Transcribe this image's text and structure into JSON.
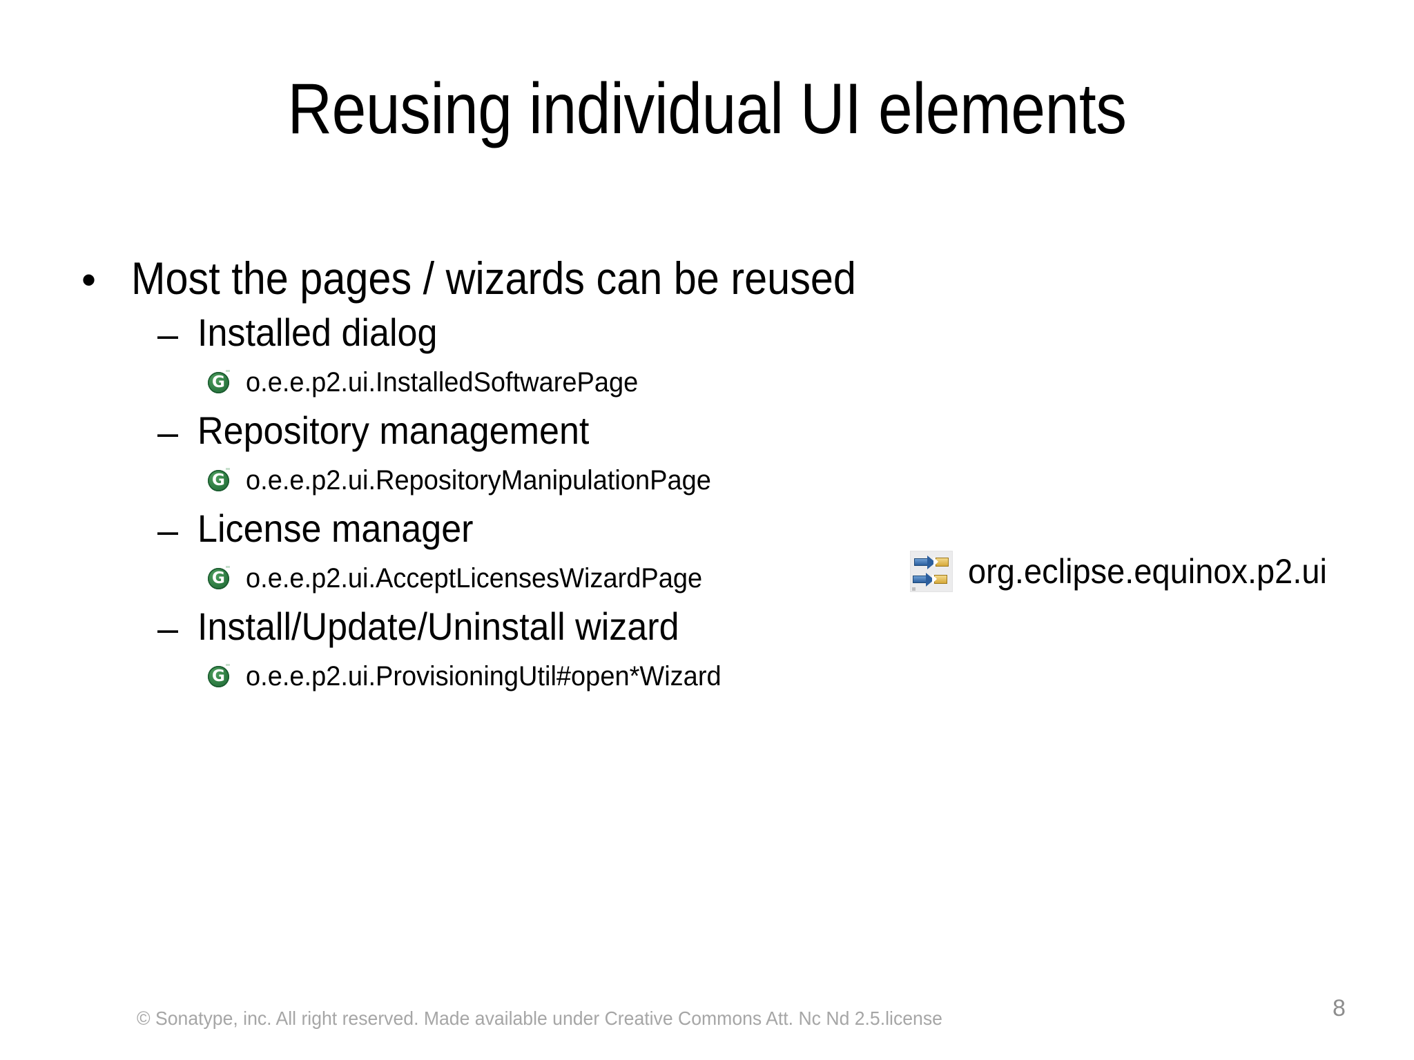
{
  "slide": {
    "title": "Reusing individual UI elements",
    "page_number": "8",
    "footer": "© Sonatype, inc. All right reserved. Made available under Creative Commons Att. Nc Nd 2.5.license",
    "background_color": "#ffffff",
    "text_color": "#000000",
    "footer_color": "#a6a6a6"
  },
  "bullet": {
    "marker": "•",
    "text": "Most the pages / wizards can be reused"
  },
  "sub_marker": "–",
  "groups": [
    {
      "title": "Installed dialog",
      "class_icon": "eclipse-class-icon",
      "class_name": "o.e.e.p2.ui.InstalledSoftwarePage"
    },
    {
      "title": "Repository management",
      "class_icon": "eclipse-class-icon",
      "class_name": "o.e.e.p2.ui.RepositoryManipulationPage"
    },
    {
      "title": "License manager",
      "class_icon": "eclipse-class-icon",
      "class_name": "o.e.e.p2.ui.AcceptLicensesWizardPage"
    },
    {
      "title": "Install/Update/Uninstall wizard",
      "class_icon": "eclipse-class-icon",
      "class_name": "o.e.e.p2.ui.ProvisioningUtil#open*Wizard"
    }
  ],
  "bundle_callout": {
    "icon": "eclipse-plugin-bundle-icon",
    "label": "org.eclipse.equinox.p2.ui",
    "icon_colors": {
      "plug": "#2c5f9e",
      "socket": "#d6a93a",
      "background": "#ececed"
    }
  },
  "icons": {
    "class_glyph": "G"
  }
}
